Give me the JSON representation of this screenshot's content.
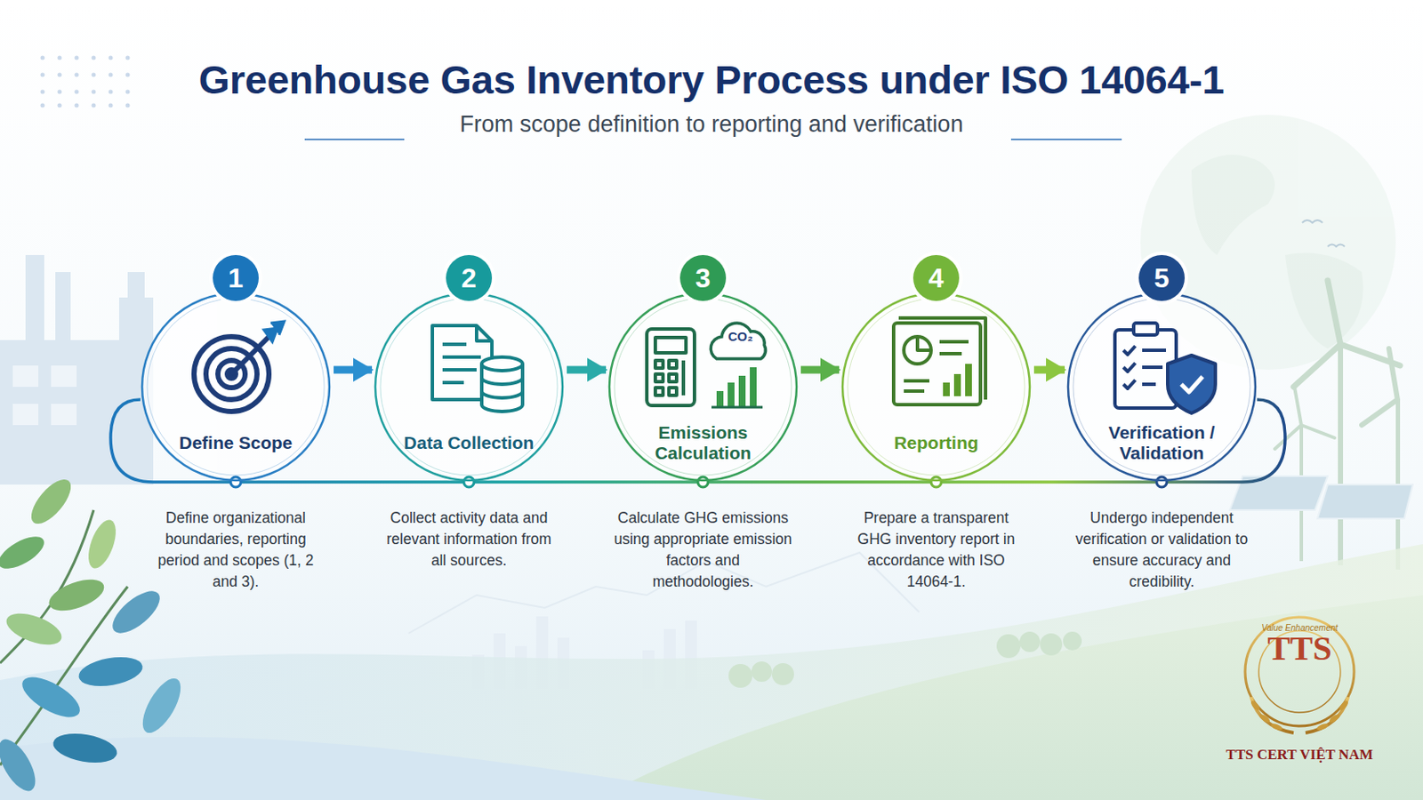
{
  "diagram": {
    "title": "Greenhouse Gas Inventory Process under ISO 14064-1",
    "nodes": [
      {
        "text": [
          "1",
          "Define Scope",
          "Define organizational boundaries, reporting period and scopes (1, 2 and 3)."
        ]
      },
      {
        "text": [
          "2",
          "Data Collection",
          "Collect activity data and relevant information from all sources."
        ]
      },
      {
        "text": [
          "3",
          "Emissions Calculation",
          "Calculate GHG emissions using appropriate emission factors and methodologies."
        ]
      },
      {
        "text": [
          "4",
          "Reporting",
          "Prepare a transparent GHG inventory report in accordance with ISO 14064-1."
        ]
      },
      {
        "text": [
          "5",
          "Verification / Validation",
          "Undergo independent verification or validation to ensure accuracy and credibility."
        ]
      }
    ],
    "edges": [
      {
        "from": 0,
        "to": 1,
        "arrow": "to"
      },
      {
        "from": 1,
        "to": 2,
        "arrow": "to"
      },
      {
        "from": 2,
        "to": 3,
        "arrow": "to"
      },
      {
        "from": 3,
        "to": 4,
        "arrow": "to"
      }
    ],
    "labels": [
      "From scope definition to reporting and verification",
      "CO₂",
      "Value Enhancement",
      "TTS",
      "TTS CERT VIỆT NAM"
    ]
  }
}
